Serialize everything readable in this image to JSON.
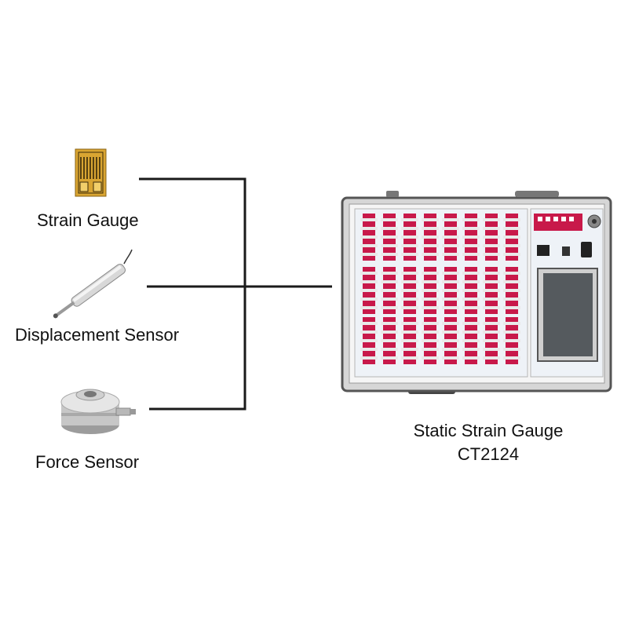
{
  "sensors": {
    "strain_gauge": {
      "label": "Strain Gauge",
      "icon": "strain-gauge-icon"
    },
    "displacement": {
      "label": "Displacement Sensor",
      "icon": "displacement-sensor-icon"
    },
    "force": {
      "label": "Force Sensor",
      "icon": "force-sensor-icon"
    }
  },
  "device": {
    "name": "Static Strain Gauge",
    "model": "CT2124",
    "icon": "strain-gauge-device-icon"
  },
  "colors": {
    "line": "#1a1a1a",
    "terminal_red": "#c8194a",
    "gauge_gold": "#d9a532"
  }
}
